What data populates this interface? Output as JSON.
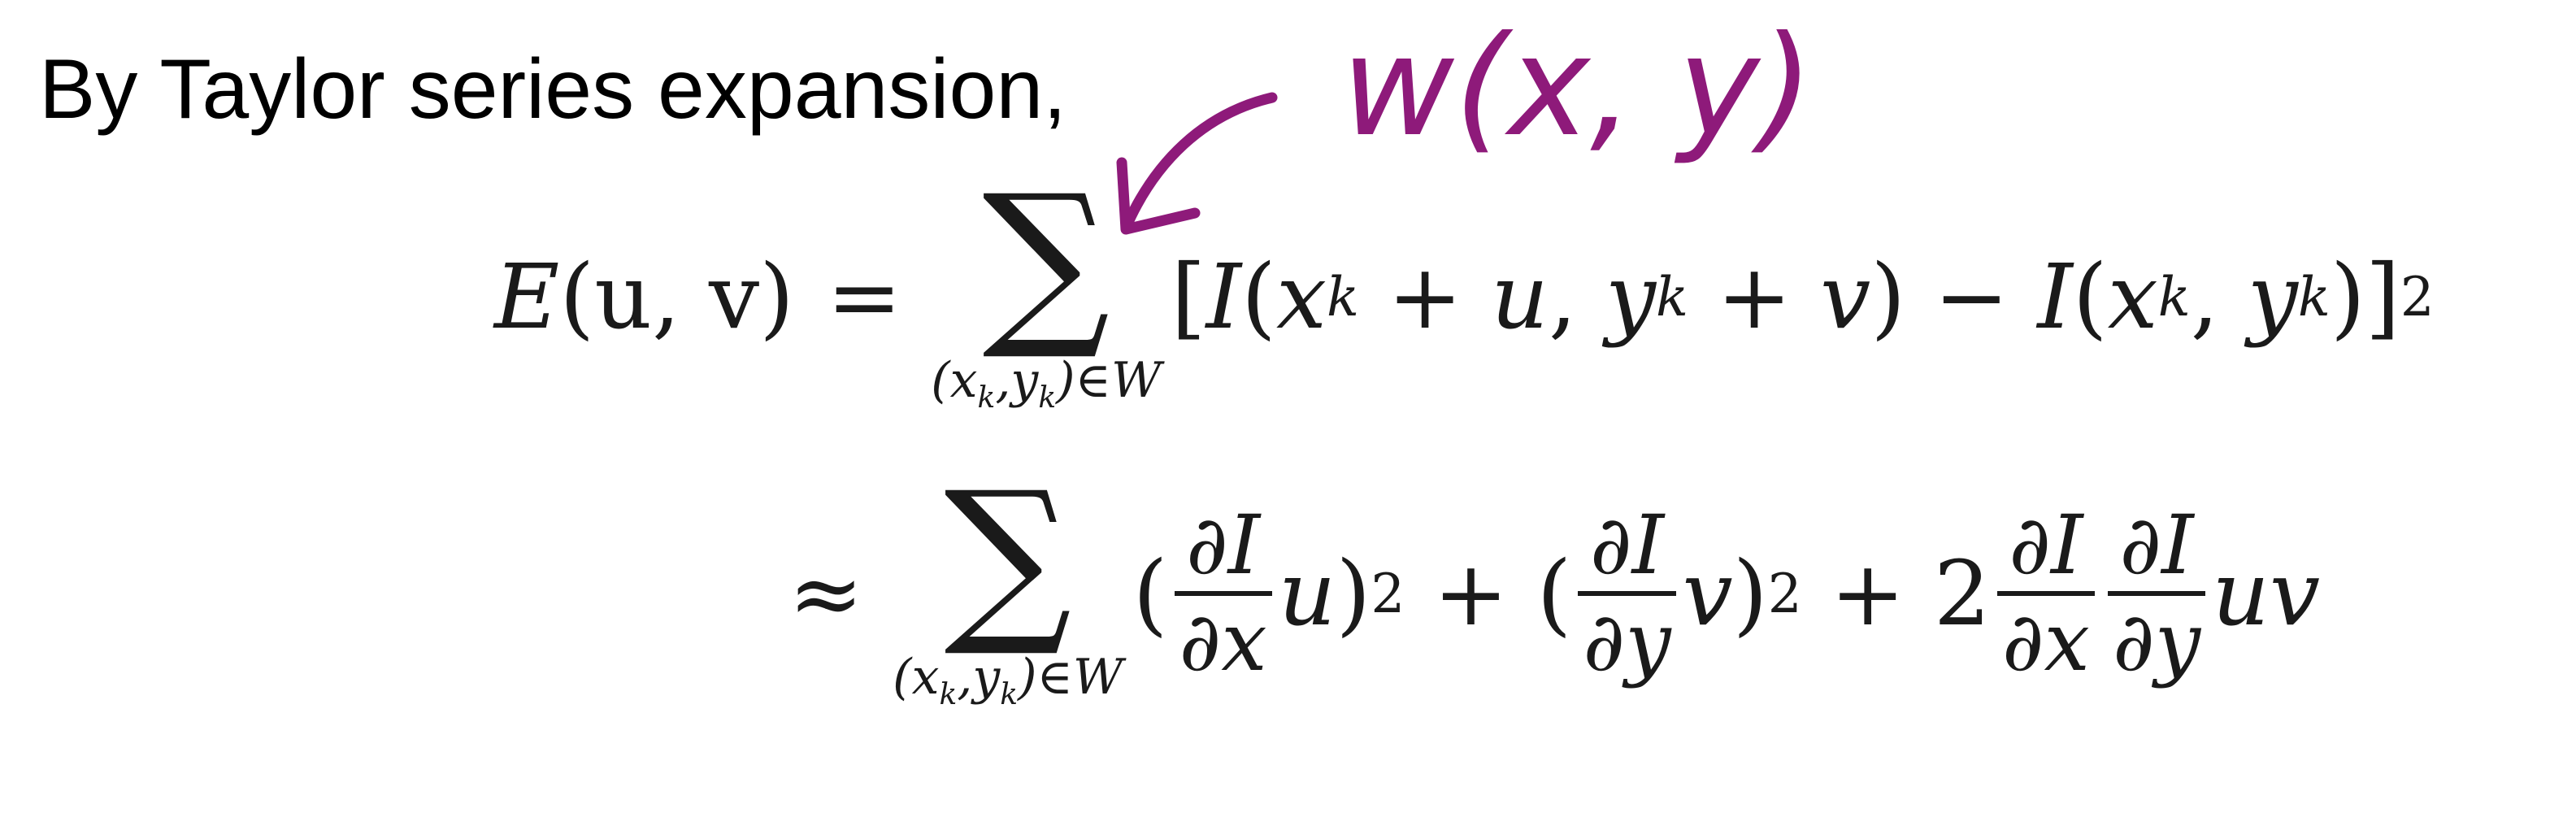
{
  "intro": {
    "text": "By Taylor series expansion,"
  },
  "annotation": {
    "handwritten_text": "w(x, y)",
    "color": "#8e1a7a"
  },
  "equation": {
    "line1": {
      "lhs_fn": "E",
      "lhs_args": "(u, v)",
      "relation": "=",
      "sum_symbol": "∑",
      "sum_subscript": "(xk,yk)∈W",
      "term": "[I(xk + u, yk + v) − I(xk, yk)]²"
    },
    "line2": {
      "relation": "≈",
      "sum_symbol": "∑",
      "sum_subscript": "(xk,yk)∈W",
      "partial_numerator": "∂I",
      "partial_x": "∂x",
      "partial_y": "∂y"
    }
  }
}
